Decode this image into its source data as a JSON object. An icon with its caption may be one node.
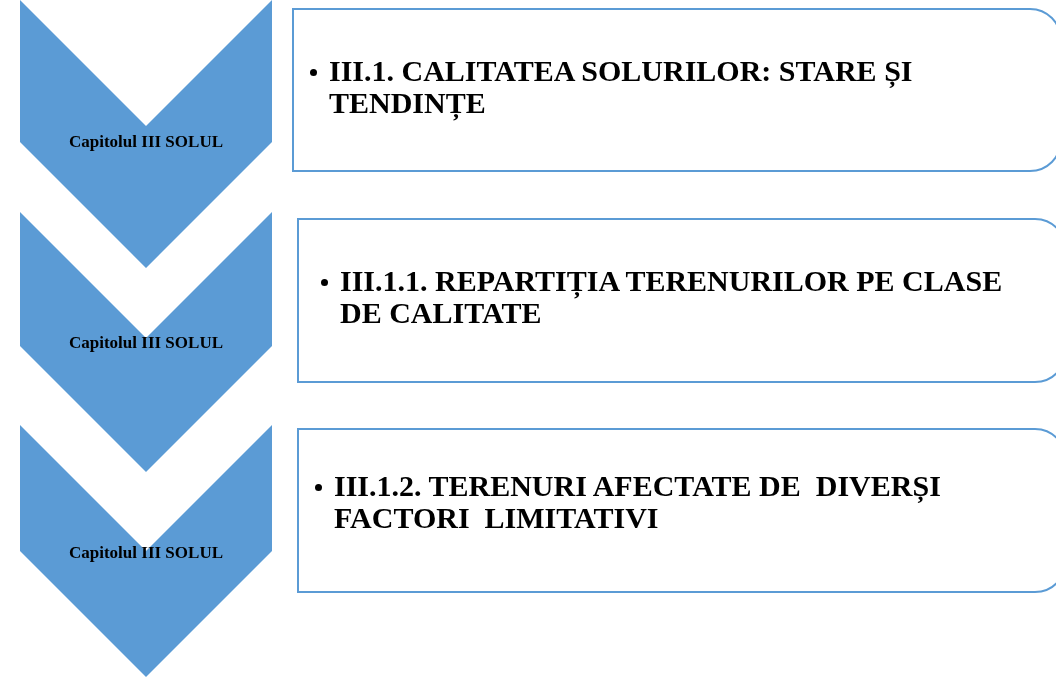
{
  "diagram": {
    "nodes": [
      {
        "text": [
          "Capitolul III SOLUL"
        ]
      },
      {
        "text": [
          "III.1. CALITATEA SOLURILOR: STARE ȘI TENDINȚE"
        ]
      },
      {
        "text": [
          "Capitolul III SOLUL"
        ]
      },
      {
        "text": [
          "III.1.1. REPARTIȚIA TERENURILOR PE CLASE DE CALITATE"
        ]
      },
      {
        "text": [
          "Capitolul III SOLUL"
        ]
      },
      {
        "text": [
          "III.1.2. TERENURI AFECTATE DE  DIVERȘI FACTORI  LIMITATIVI"
        ]
      }
    ]
  }
}
